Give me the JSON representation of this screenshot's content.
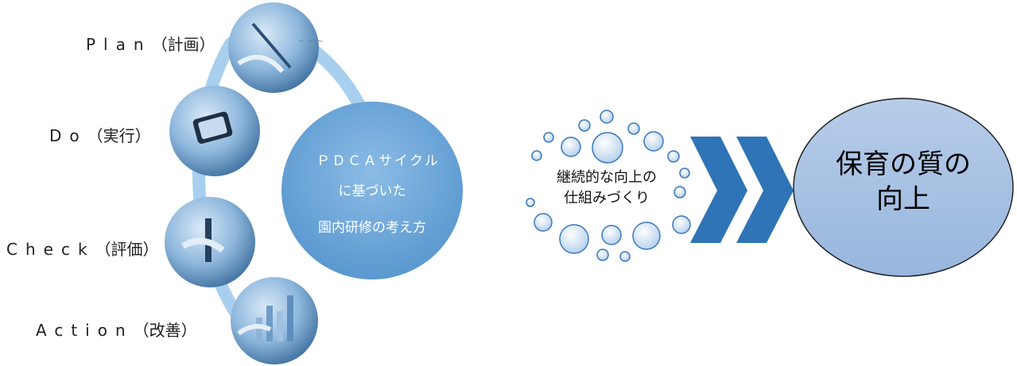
{
  "steps": [
    {
      "latin": "Plan",
      "paren": "（計画）",
      "icon": "writing-hand-photo-icon"
    },
    {
      "latin": "Do",
      "paren": "（実行）",
      "icon": "hand-device-photo-icon"
    },
    {
      "latin": "Check",
      "paren": "（評価）",
      "icon": "hands-work-photo-icon"
    },
    {
      "latin": "Action",
      "paren": "（改善）",
      "icon": "bar-chart-photo-icon"
    }
  ],
  "center": {
    "line1": "ＰＤＣＡサイクル",
    "line2": "に基づいた",
    "line3": "園内研修の考え方"
  },
  "cycle": {
    "line1": "継続的な向上の",
    "line2": "仕組みづくり"
  },
  "goal": {
    "line1": "保育の質の",
    "line2": "向上"
  },
  "colors": {
    "arc": "#a8d0ee",
    "center_fill": "#6aa6d8",
    "chevron": "#2f74b6",
    "goal_fill": "#a9c4e6",
    "goal_stroke": "#222222",
    "bubble_fill": "#cfe0f3",
    "bubble_stroke": "#3a78bf"
  }
}
